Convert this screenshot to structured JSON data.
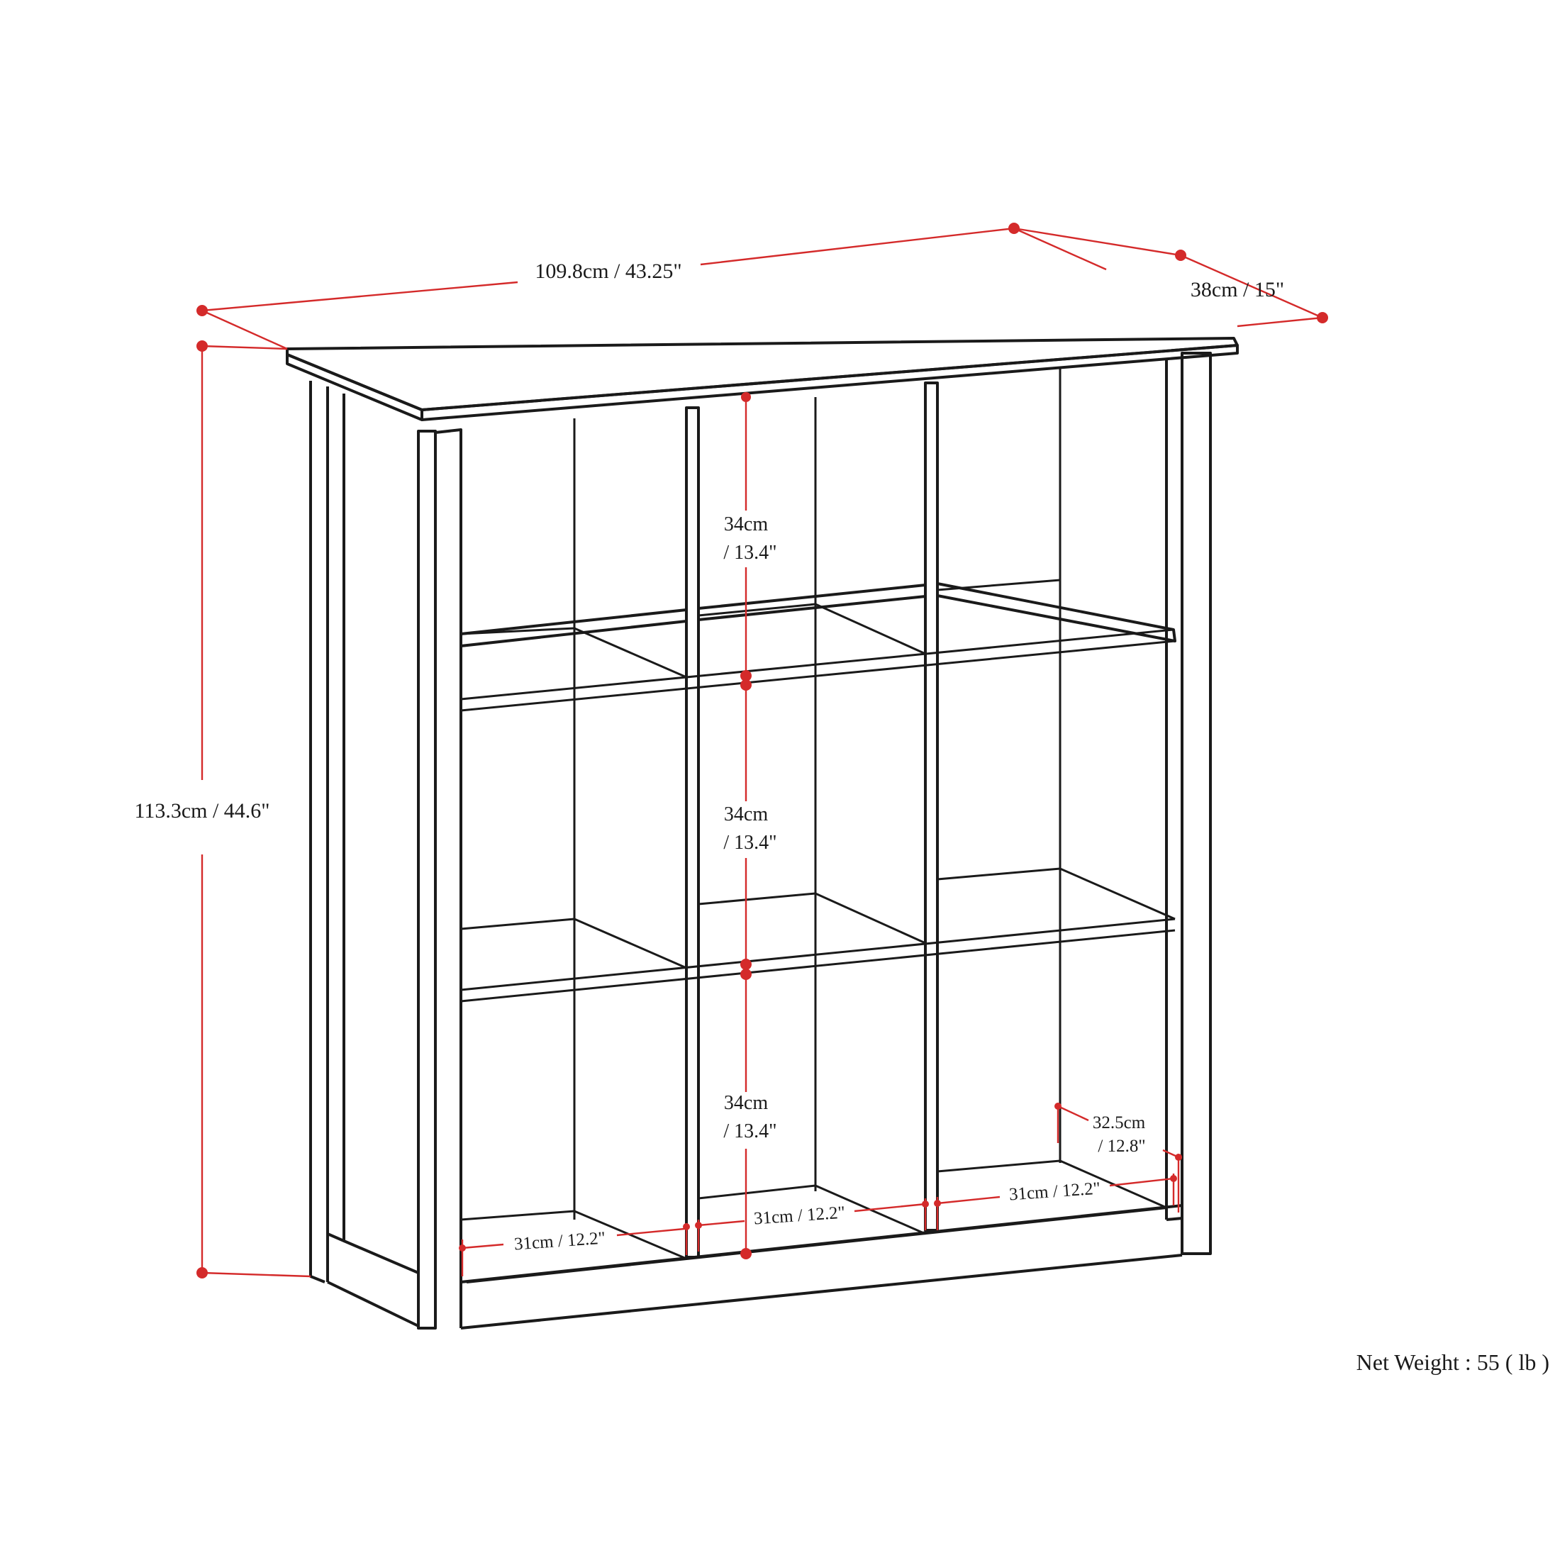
{
  "diagram": {
    "dimensions": {
      "width": "109.8cm / 43.25\"",
      "depth": "38cm / 15\"",
      "height": "113.3cm / 44.6\"",
      "cube_height_top": {
        "line1": "34cm",
        "line2": "/ 13.4\""
      },
      "cube_height_middle": {
        "line1": "34cm",
        "line2": "/ 13.4\""
      },
      "cube_height_bottom": {
        "line1": "34cm",
        "line2": "/ 13.4\""
      },
      "cube_depth": {
        "line1": "32.5cm",
        "line2": "/ 12.8\""
      },
      "cube_width_left": "31cm / 12.2\"",
      "cube_width_center": "31cm / 12.2\"",
      "cube_width_right": "31cm / 12.2\""
    },
    "net_weight": "Net Weight : 55 ( lb )"
  },
  "colors": {
    "outline": "#1a1a1a",
    "dimension": "#d42a2a",
    "background": "#ffffff"
  }
}
